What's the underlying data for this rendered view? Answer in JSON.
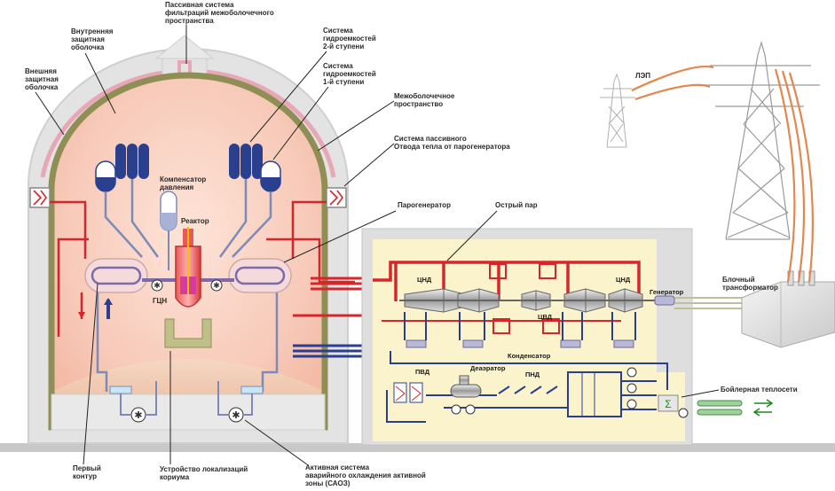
{
  "labels": {
    "passive_filter": [
      "Пассивная система",
      "фильтраций межоболочечного",
      "пространства"
    ],
    "inner_shell": [
      "Внутренняя",
      "защитная",
      "оболочка"
    ],
    "outer_shell": [
      "Внешняя",
      "защитная",
      "оболочка"
    ],
    "hydro2": [
      "Система",
      "гидроемкостей",
      "2-й ступени"
    ],
    "hydro1": [
      "Система",
      "гидроемкостей",
      "1-й ступени"
    ],
    "interspace": [
      "Межоболочечное",
      "пространство"
    ],
    "passive_heat": [
      "Система пассивного",
      "Отвода тепла от парогенератора"
    ],
    "pressurizer": [
      "Компенсатор",
      "давления"
    ],
    "reactor": "Реактор",
    "steam_gen": "Парогенератор",
    "live_steam": "Острый пар",
    "gcn": "ГЦН",
    "lep": "ЛЭП",
    "cnd_left": "ЦНД",
    "cnd_right": "ЦНД",
    "cvd": "ЦВД",
    "generator": "Генератор",
    "transformer": [
      "Блочный",
      "трансформатор"
    ],
    "condenser": "Конденсатор",
    "pvd": "ПВД",
    "deaerator": "Деаэратор",
    "pnd": "ПНД",
    "boiler": "Бойлерная теплосети",
    "primary": [
      "Первый",
      "контур"
    ],
    "core_catcher": [
      "Устройство локализаций",
      "кориума"
    ],
    "eccs": [
      "Активная система",
      "аварийного охлаждения активной",
      "зоны (САОЗ)"
    ]
  },
  "colors": {
    "hot": "#d6262b",
    "cold": "#2b3f8f",
    "shell_inner": "#8f8f55",
    "shell_outer": "#d9d9d9",
    "turbine_bg": "#fbf3cc",
    "building": "#dedede"
  }
}
